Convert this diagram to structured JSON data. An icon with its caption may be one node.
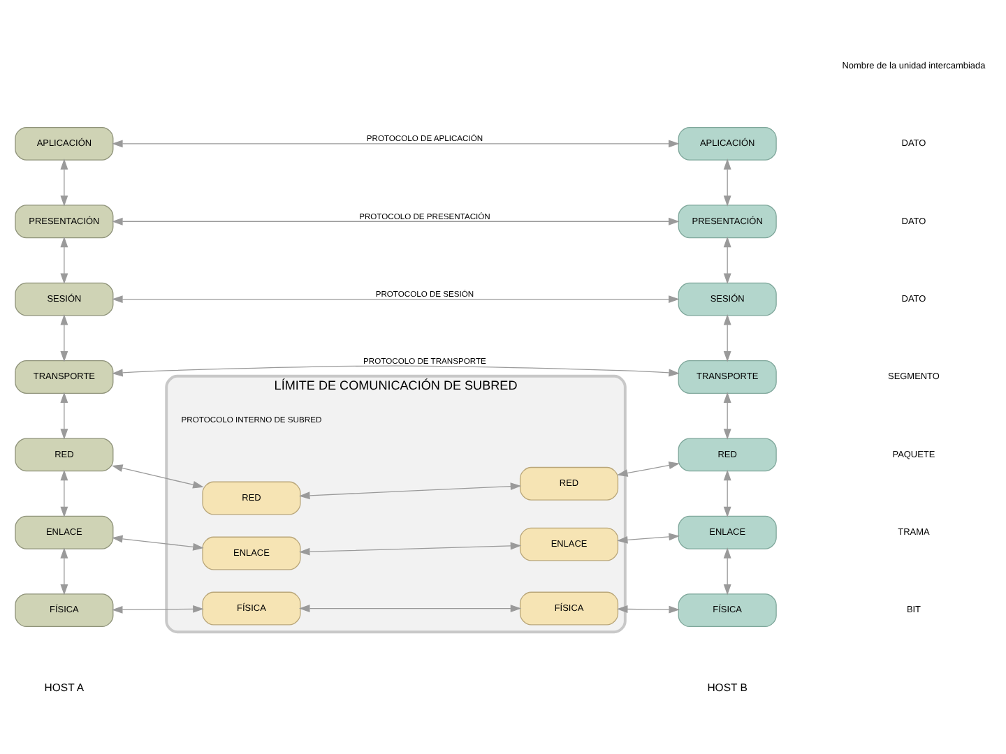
{
  "diagram": {
    "nodes": [
      {
        "text": [
          "APLICACIÓN"
        ]
      },
      {
        "text": [
          "PRESENTACIÓN"
        ]
      },
      {
        "text": [
          "SESIÓN"
        ]
      },
      {
        "text": [
          "TRANSPORTE"
        ]
      },
      {
        "text": [
          "RED"
        ]
      },
      {
        "text": [
          "ENLACE"
        ]
      },
      {
        "text": [
          "FÍSICA"
        ]
      },
      {
        "text": [
          "LÍMITE DE COMUNICACIÓN DE SUBRED"
        ]
      },
      {
        "text": [
          "RED"
        ],
        "in": 7
      },
      {
        "text": [
          "ENLACE"
        ],
        "in": 7
      },
      {
        "text": [
          "FÍSICA"
        ],
        "in": 7
      },
      {
        "text": [
          "RED"
        ],
        "in": 7
      },
      {
        "text": [
          "ENLACE"
        ],
        "in": 7
      },
      {
        "text": [
          "FÍSICA"
        ],
        "in": 7
      },
      {
        "text": [
          "APLICACIÓN"
        ]
      },
      {
        "text": [
          "PRESENTACIÓN"
        ]
      },
      {
        "text": [
          "SESIÓN"
        ]
      },
      {
        "text": [
          "TRANSPORTE"
        ]
      },
      {
        "text": [
          "RED"
        ]
      },
      {
        "text": [
          "ENLACE"
        ]
      },
      {
        "text": [
          "FÍSICA"
        ]
      }
    ],
    "edges": [
      {
        "from": 0,
        "to": 1,
        "arrow": "both"
      },
      {
        "from": 1,
        "to": 2,
        "arrow": "both"
      },
      {
        "from": 2,
        "to": 3,
        "arrow": "both"
      },
      {
        "from": 3,
        "to": 4,
        "arrow": "both"
      },
      {
        "from": 4,
        "to": 5,
        "arrow": "both"
      },
      {
        "from": 5,
        "to": 6,
        "arrow": "both"
      },
      {
        "from": 14,
        "to": 15,
        "arrow": "both"
      },
      {
        "from": 15,
        "to": 16,
        "arrow": "both"
      },
      {
        "from": 16,
        "to": 17,
        "arrow": "both"
      },
      {
        "from": 17,
        "to": 18,
        "arrow": "both"
      },
      {
        "from": 18,
        "to": 19,
        "arrow": "both"
      },
      {
        "from": 19,
        "to": 20,
        "arrow": "both"
      },
      {
        "from": 0,
        "to": 14,
        "arrow": "both",
        "label": "PROTOCOLO DE APLICACIÓN"
      },
      {
        "from": 1,
        "to": 15,
        "arrow": "both",
        "label": "PROTOCOLO DE PRESENTACIÓN"
      },
      {
        "from": 2,
        "to": 16,
        "arrow": "both",
        "label": "PROTOCOLO DE SESIÓN"
      },
      {
        "from": 3,
        "to": 17,
        "arrow": "both",
        "label": "PROTOCOLO DE TRANSPORTE"
      },
      {
        "from": 4,
        "to": 8,
        "arrow": "both"
      },
      {
        "from": 8,
        "to": 11,
        "arrow": "both"
      },
      {
        "from": 11,
        "to": 18,
        "arrow": "both"
      },
      {
        "from": 5,
        "to": 9,
        "arrow": "both"
      },
      {
        "from": 9,
        "to": 12,
        "arrow": "both"
      },
      {
        "from": 12,
        "to": 19,
        "arrow": "both"
      },
      {
        "from": 6,
        "to": 10,
        "arrow": "both"
      },
      {
        "from": 10,
        "to": 13,
        "arrow": "both"
      },
      {
        "from": 13,
        "to": 20,
        "arrow": "both"
      }
    ],
    "labels": [
      "Nombre de la unidad intercambiada",
      "DATO",
      "DATO",
      "DATO",
      "SEGMENTO",
      "PAQUETE",
      "TRAMA",
      "BIT",
      "PROTOCOLO INTERNO DE SUBRED",
      "HOST A",
      "HOST B"
    ]
  }
}
